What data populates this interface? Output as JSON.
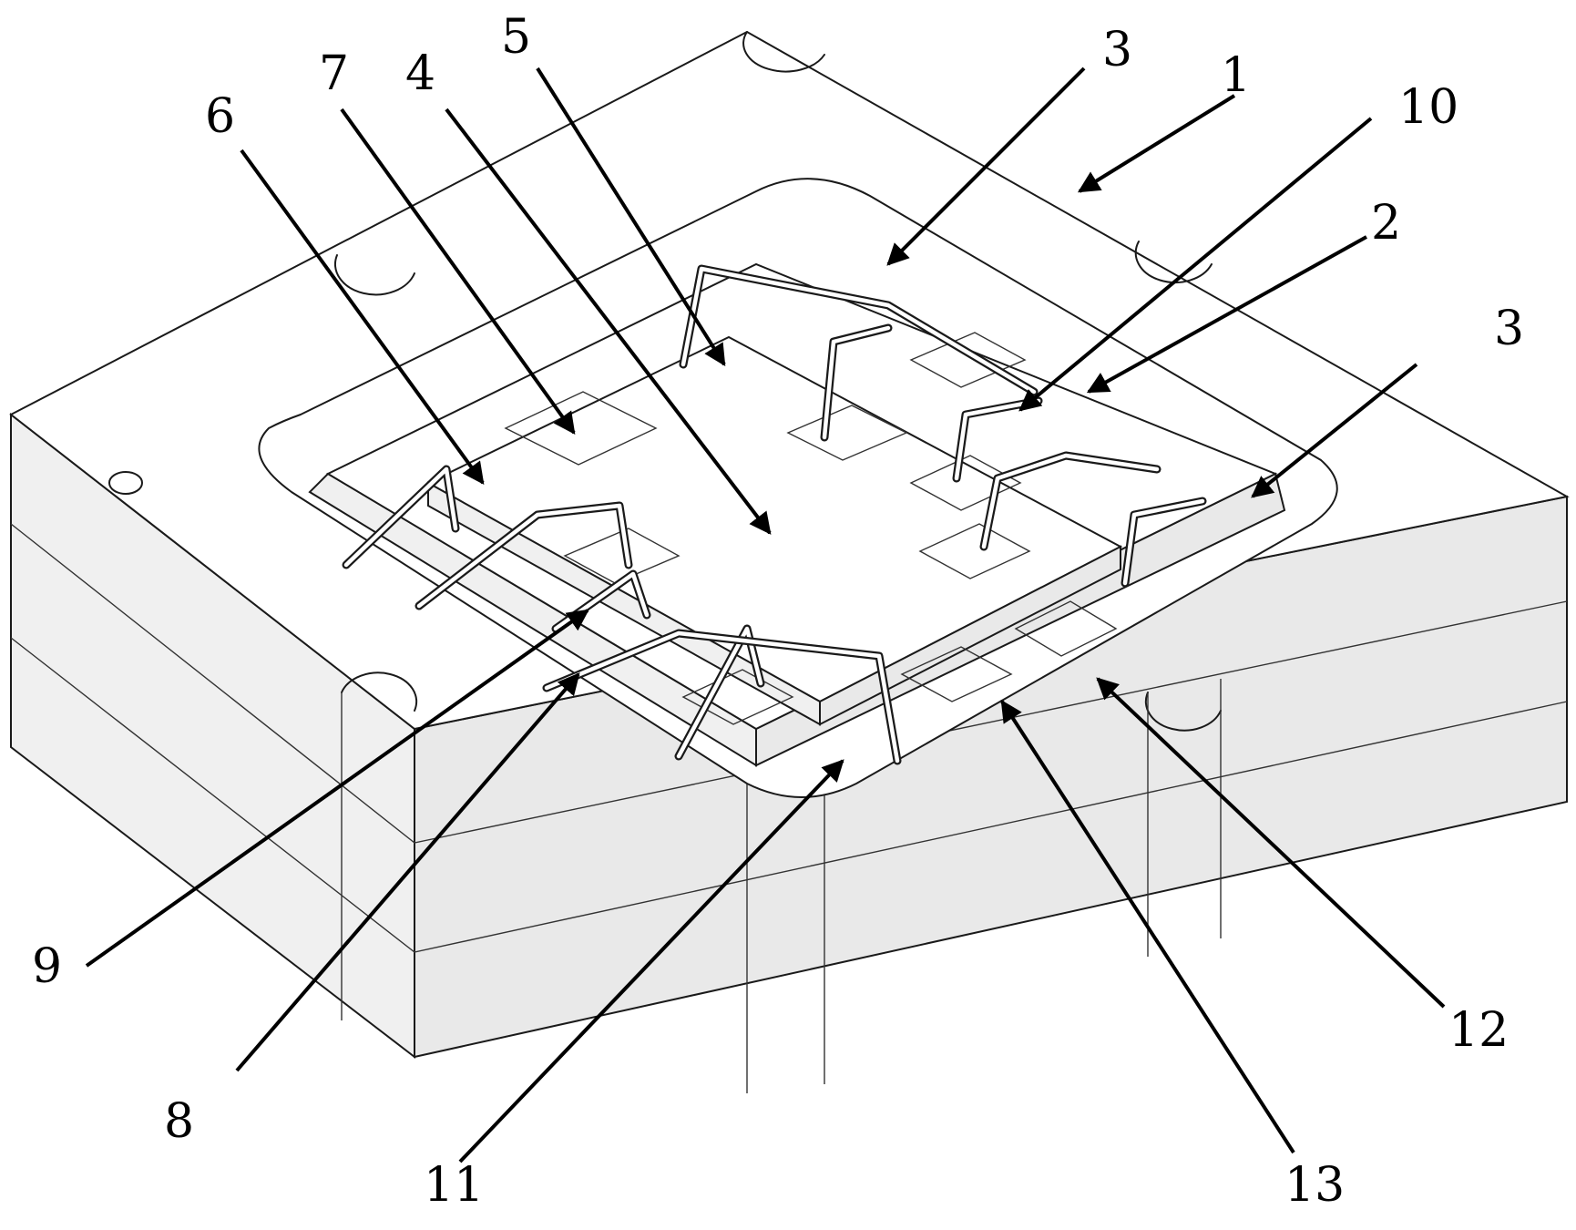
{
  "labels": {
    "l1": "1",
    "l2": "2",
    "l3a": "3",
    "l3b": "3",
    "l4": "4",
    "l5": "5",
    "l6": "6",
    "l7": "7",
    "l8": "8",
    "l9": "9",
    "l10": "10",
    "l11": "11",
    "l12": "12",
    "l13": "13"
  }
}
